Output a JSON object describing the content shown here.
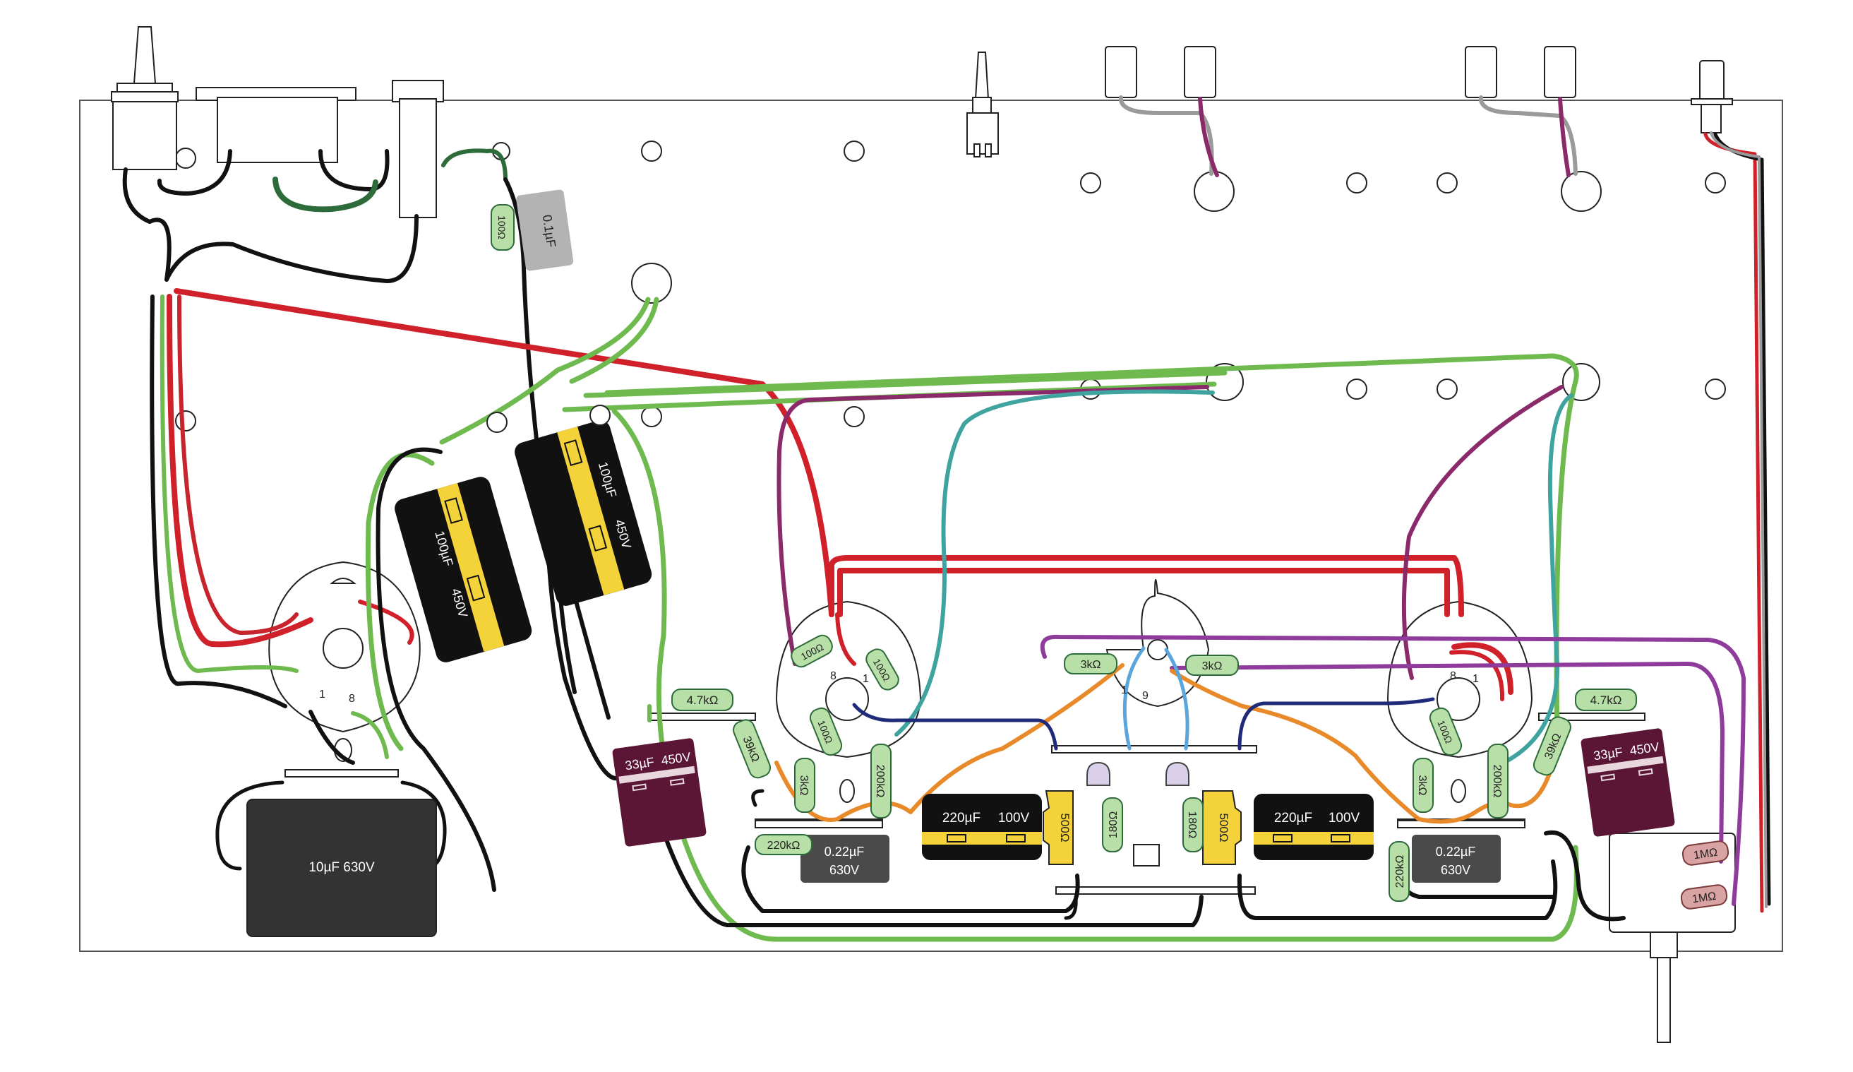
{
  "diagram": {
    "capacitors": {
      "filter_cap": "10µF  630V",
      "can_left_value": "100µF",
      "can_left_voltage": "450V",
      "can_right_value": "100µF",
      "can_right_voltage": "450V",
      "mini_cap": "0.1µF",
      "cathode_bypass_left_value": "220µF",
      "cathode_bypass_left_voltage": "100V",
      "cathode_bypass_right_value": "220µF",
      "cathode_bypass_right_voltage": "100V",
      "decoupling_left_value": "33µF",
      "decoupling_left_voltage": "450V",
      "decoupling_right_value": "33µF",
      "decoupling_right_voltage": "450V",
      "coupling_left_value": "0.22µF",
      "coupling_left_voltage": "630V",
      "coupling_right_value": "0.22µF",
      "coupling_right_voltage": "630V"
    },
    "resistors": {
      "mains_resistor": "100Ω",
      "left_grid_stopper_a": "100Ω",
      "left_grid_stopper_b": "100Ω",
      "left_grid_stopper_c": "100Ω",
      "right_grid_stopper": "100Ω",
      "left_cathode": "3kΩ",
      "right_cathode": "3kΩ",
      "left_plate": "200kΩ",
      "right_plate": "200kΩ",
      "left_dropper": "39kΩ",
      "right_dropper": "39kΩ",
      "left_supply": "4.7kΩ",
      "right_supply": "4.7kΩ",
      "left_grid_leak": "220kΩ",
      "right_grid_leak": "220kΩ",
      "center_left": "3kΩ",
      "center_right": "3kΩ",
      "center_cathode_left": "180Ω",
      "center_cathode_right": "180Ω",
      "trim_left": "500Ω",
      "trim_right": "500Ω",
      "pot_upper": "1MΩ",
      "pot_lower": "1MΩ"
    },
    "pin_labels": {
      "rect_pin1": "1",
      "rect_pin8": "8",
      "left_pin8": "8",
      "left_pin1": "1",
      "center_pin1": "1",
      "center_pin9": "9",
      "right_pin8": "8",
      "right_pin1": "1"
    }
  },
  "colors": {
    "chassis": "#555555",
    "red_wire": "#d0202a",
    "green_wire": "#6fba4f",
    "black_wire": "#111111",
    "purple_wire": "#8a2a6b",
    "teal_wire": "#3fa3a0",
    "orange_wire": "#e8892a",
    "navy_wire": "#1f2a7a",
    "blue_wire": "#5aa6dc",
    "violet_wire": "#8e3b9c",
    "grey_wire": "#9a9a9a",
    "dark_green_wire": "#2e6b3a",
    "resistor_fill": "#b9dfa8",
    "pot_resistor_fill": "#d9a3a3",
    "cap_yellow": "#f3d23a",
    "cap_maroon": "#5b1535"
  }
}
